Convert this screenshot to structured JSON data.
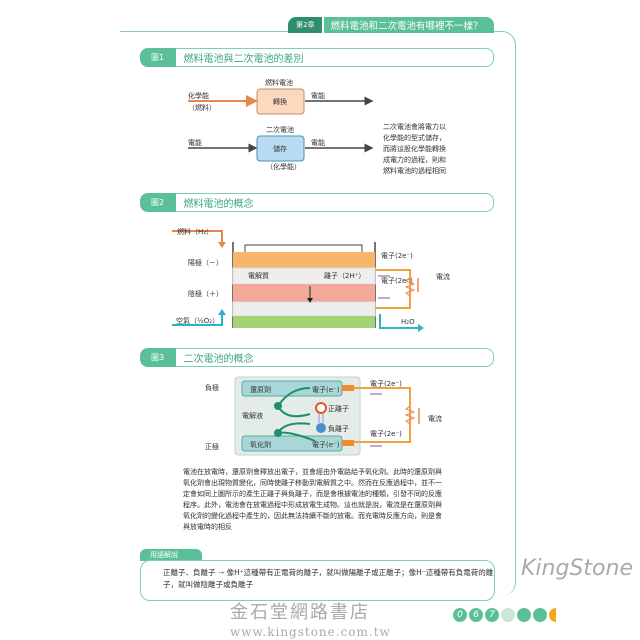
{
  "header": {
    "chapter": "第2章",
    "title": "燃料電池和二次電池有哪裡不一樣？"
  },
  "fig1": {
    "num": "圖1",
    "title": "燃料電池與二次電池的差別",
    "fuel_cell": "燃料電池",
    "convert": "轉換",
    "chem_energy": "化學能",
    "fuel": "（燃料）",
    "electric": "電能",
    "secondary": "二次電池",
    "store": "儲存",
    "chem_paren": "（化學能）",
    "note": [
      "二次電池會將電力以",
      "化學能的型式儲存，",
      "而將這股化學能轉換",
      "成電力的過程，則和",
      "燃料電池的過程相同"
    ]
  },
  "fig2": {
    "num": "圖2",
    "title": "燃料電池的概念",
    "fuel_h2": "燃料（H₂）",
    "anode": "陽極（－）",
    "cathode": "陰極（＋）",
    "air": "空氣（½O₂）",
    "electrolyte": "電解質",
    "ion": "離子（2H⁺）",
    "electron1": "電子(2e⁻)",
    "electron2": "電子(2e⁻)",
    "current": "電流",
    "water": "H₂O"
  },
  "fig3": {
    "num": "圖3",
    "title": "二次電池的概念",
    "neg": "負極",
    "pos": "正極",
    "reducer": "還原劑",
    "oxidizer": "氧化劑",
    "electron_top": "電子(e⁻)",
    "electron_bottom": "電子(e⁻)",
    "cation": "正離子",
    "anion": "負離子",
    "electrolyte": "電解液",
    "ext_e1": "電子(2e⁻)",
    "ext_e2": "電子(2e⁻)",
    "current": "電流"
  },
  "body_text": "電池在放電時，還原劑會釋放出電子，並會經由外電路給予氧化劑。此時的還原劑與氧化劑會出現物質變化，同時使離子移動到電解質之中。然而在反應過程中，並不一定會如同上圖所示的產生正離子與負離子，而是會根據電池的種類，引發不同的反應程序。此外，電池會在放電過程中形成放電生成物。這也就是說，電流是在還原劑與氧化劑的變化過程中產生的，因此無法持續不斷的放電。而充電時反應方向，則是會與放電時的相反",
  "glossary": {
    "label": "用語解說",
    "term": "正離子、負離子",
    "arrow": "→",
    "text": "像H⁺這種帶有正電荷的離子，就叫做陽離子或正離子；像H⁻這種帶有負電荷的離子，就叫做陰離子或負離子"
  },
  "watermark": {
    "brand": "KingStone",
    "cn": "金石堂網路書店",
    "url": "www.kingstone.com.tw"
  },
  "page": [
    "0",
    "6",
    "7"
  ]
}
